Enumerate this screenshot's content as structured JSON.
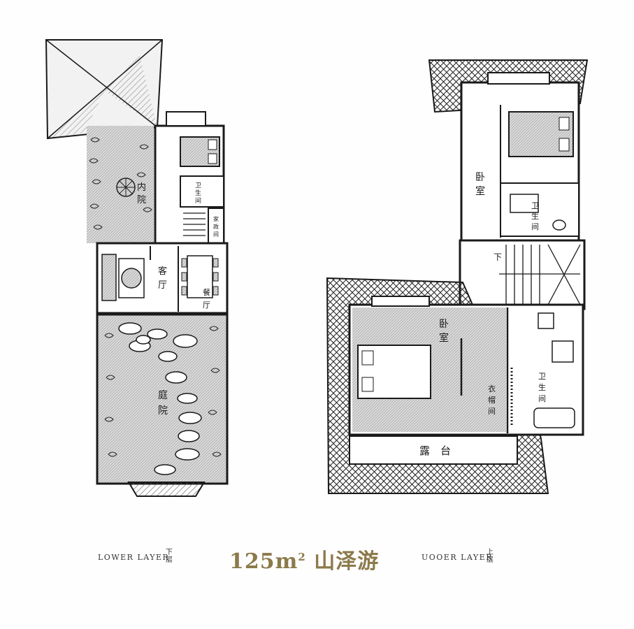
{
  "title": {
    "area": "125m",
    "superscript": "2",
    "name": "山泽游"
  },
  "lower_floor": {
    "caption_en": "LOWER LAYER",
    "caption_cn": "下层",
    "rooms": {
      "inner_courtyard": "内院",
      "bathroom": "卫生间",
      "housekeeping": "家政间",
      "living_room": "客厅",
      "dining_room": "餐厅",
      "garden": "庭院"
    }
  },
  "upper_floor": {
    "caption_en": "UOOER LAYER",
    "caption_cn": "上层",
    "rooms": {
      "bedroom_north": "卧室",
      "bathroom_north": "卫生间",
      "stair_down": "下",
      "bedroom_south": "卧室",
      "closet": "衣帽间",
      "bathroom_south": "卫生间",
      "terrace": "露台"
    }
  },
  "colors": {
    "ink": "#1a1a1a",
    "title_gold": "#8c7a4b",
    "shade": "#cfcfcf"
  }
}
